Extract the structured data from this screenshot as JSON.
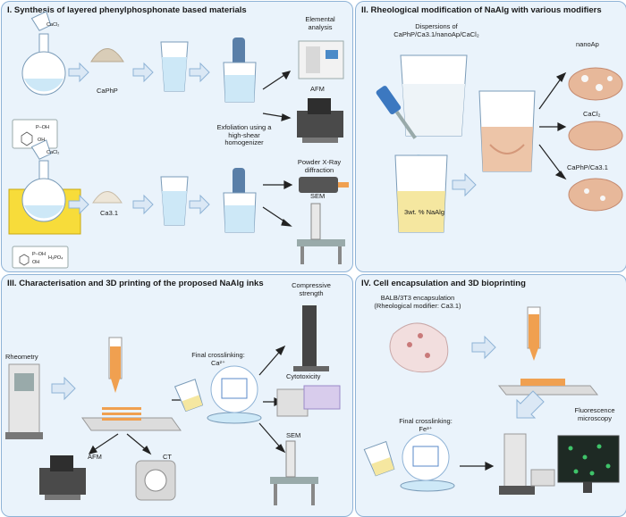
{
  "panels": {
    "p1": {
      "title": "I. Synthesis of layered phenylphosphonate based materials",
      "cacl2_1": "CaCl₂",
      "cacl2_2": "CaCl₂",
      "caphp": "CaPhP",
      "ca31": "Ca3.1",
      "ph_oh1": "P–OH",
      "ph_oh2": "OH",
      "ph_oh3": "P–OH",
      "ph_oh4": "OH",
      "h3po4": "H₃PO₄",
      "exfoliation": "Exfoliation using a high-shear homogenizer",
      "elemental": "Elemental analysis",
      "afm": "AFM",
      "xrd": "Powder X-Ray diffraction",
      "sem": "SEM"
    },
    "p2": {
      "title": "II. Rheological modification of NaAlg with various modifiers",
      "dispersions": "Dispersions of CaPhP/Ca3.1/nanoAp/CaCl₂",
      "naalg": "3wt. % NaAlg",
      "nanoap": "nanoAp",
      "cacl2": "CaCl₂",
      "caphp_ca31": "CaPhP/Ca3.1"
    },
    "p3": {
      "title": "III. Characterisation and 3D printing of the proposed NaAlg inks",
      "rheometry": "Rheometry",
      "crosslink": "Final crosslinking: Ca²⁺",
      "compressive": "Compressive strength",
      "cytotox": "Cytotoxicity",
      "sem": "SEM",
      "afm": "AFM",
      "ct": "CT"
    },
    "p4": {
      "title": "IV. Cell encapsulation and 3D bioprinting",
      "balb": "BALB/3T3 encapsulation (Rheological modifier: Ca3.1)",
      "crosslink": "Final crosslinking: Fe³⁺",
      "fluor": "Fluorescence microscopy"
    }
  },
  "colors": {
    "panel_bg": "#eaf3fb",
    "panel_border": "#8fb3d6",
    "arrow_fill": "#dbe8f5",
    "arrow_stroke": "#8fb3d6",
    "ink_orange": "#f0a050",
    "gel_beige": "#e7b89a",
    "liquid_blue": "#cde8f7",
    "naalg_yellow": "#f5e7a0"
  }
}
